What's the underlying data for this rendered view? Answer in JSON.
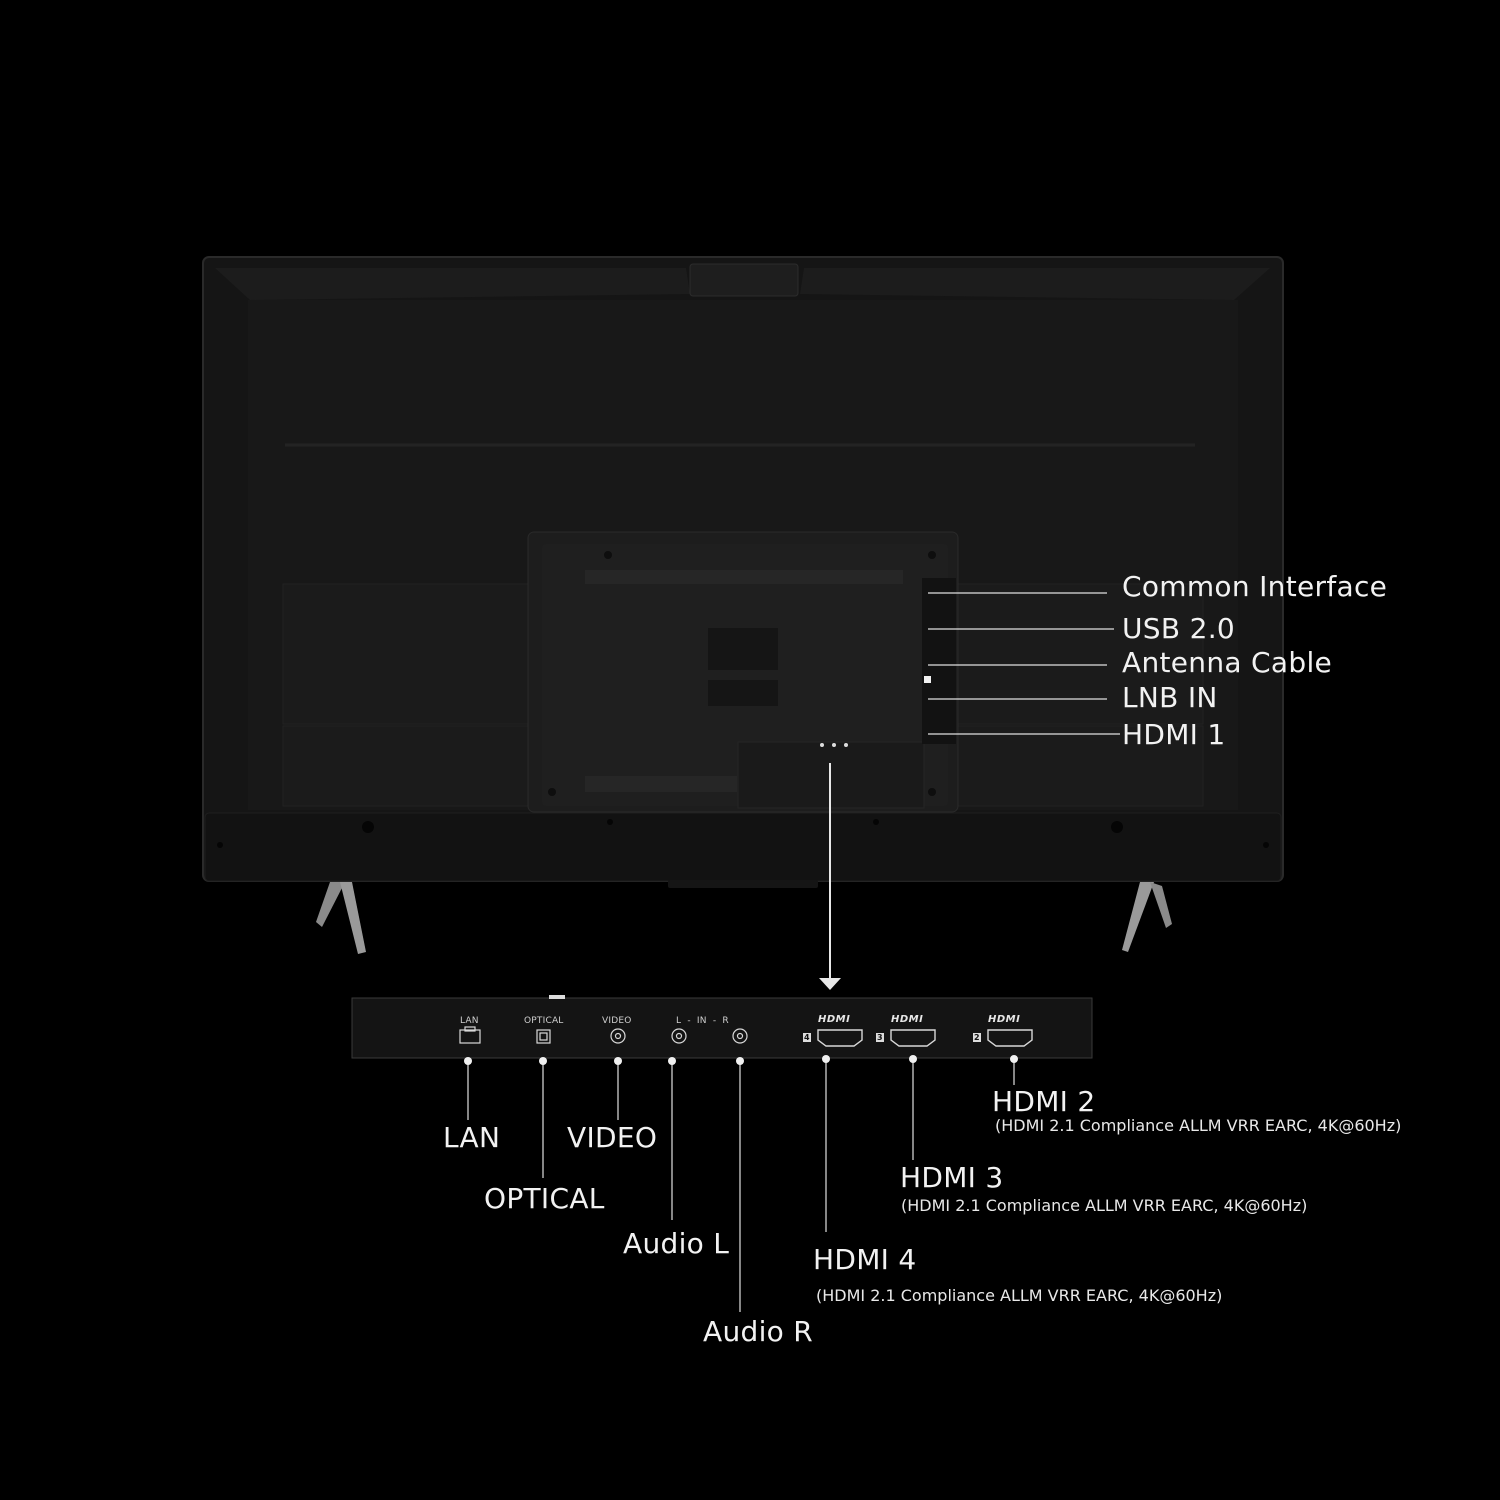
{
  "side_ports": [
    {
      "label": "Common Interface"
    },
    {
      "label": "USB 2.0"
    },
    {
      "label": "Antenna Cable"
    },
    {
      "label": "LNB IN"
    },
    {
      "label": "HDMI 1"
    }
  ],
  "panel": {
    "tags": {
      "lan": "LAN",
      "optical": "OPTICAL",
      "video": "VIDEO",
      "audio_in": "L  -  IN  -  R"
    },
    "hdmi_logo": "HDMI",
    "hdmi_numbers": [
      "4",
      "3",
      "2"
    ]
  },
  "bottom_ports": {
    "lan": "LAN",
    "optical": "OPTICAL",
    "video": "VIDEO",
    "audio_l": "Audio L",
    "audio_r": "Audio R",
    "hdmi4": {
      "label": "HDMI 4",
      "note": "(HDMI 2.1 Compliance ALLM VRR EARC, 4K@60Hz)"
    },
    "hdmi3": {
      "label": "HDMI 3",
      "note": "(HDMI 2.1 Compliance ALLM VRR EARC, 4K@60Hz)"
    },
    "hdmi2": {
      "label": "HDMI 2",
      "note": "(HDMI 2.1 Compliance ALLM VRR EARC, 4K@60Hz)"
    }
  },
  "colors": {
    "background": "#000000",
    "tv_body": "#1b1b1b",
    "leader_line": "#e0e0e0"
  }
}
